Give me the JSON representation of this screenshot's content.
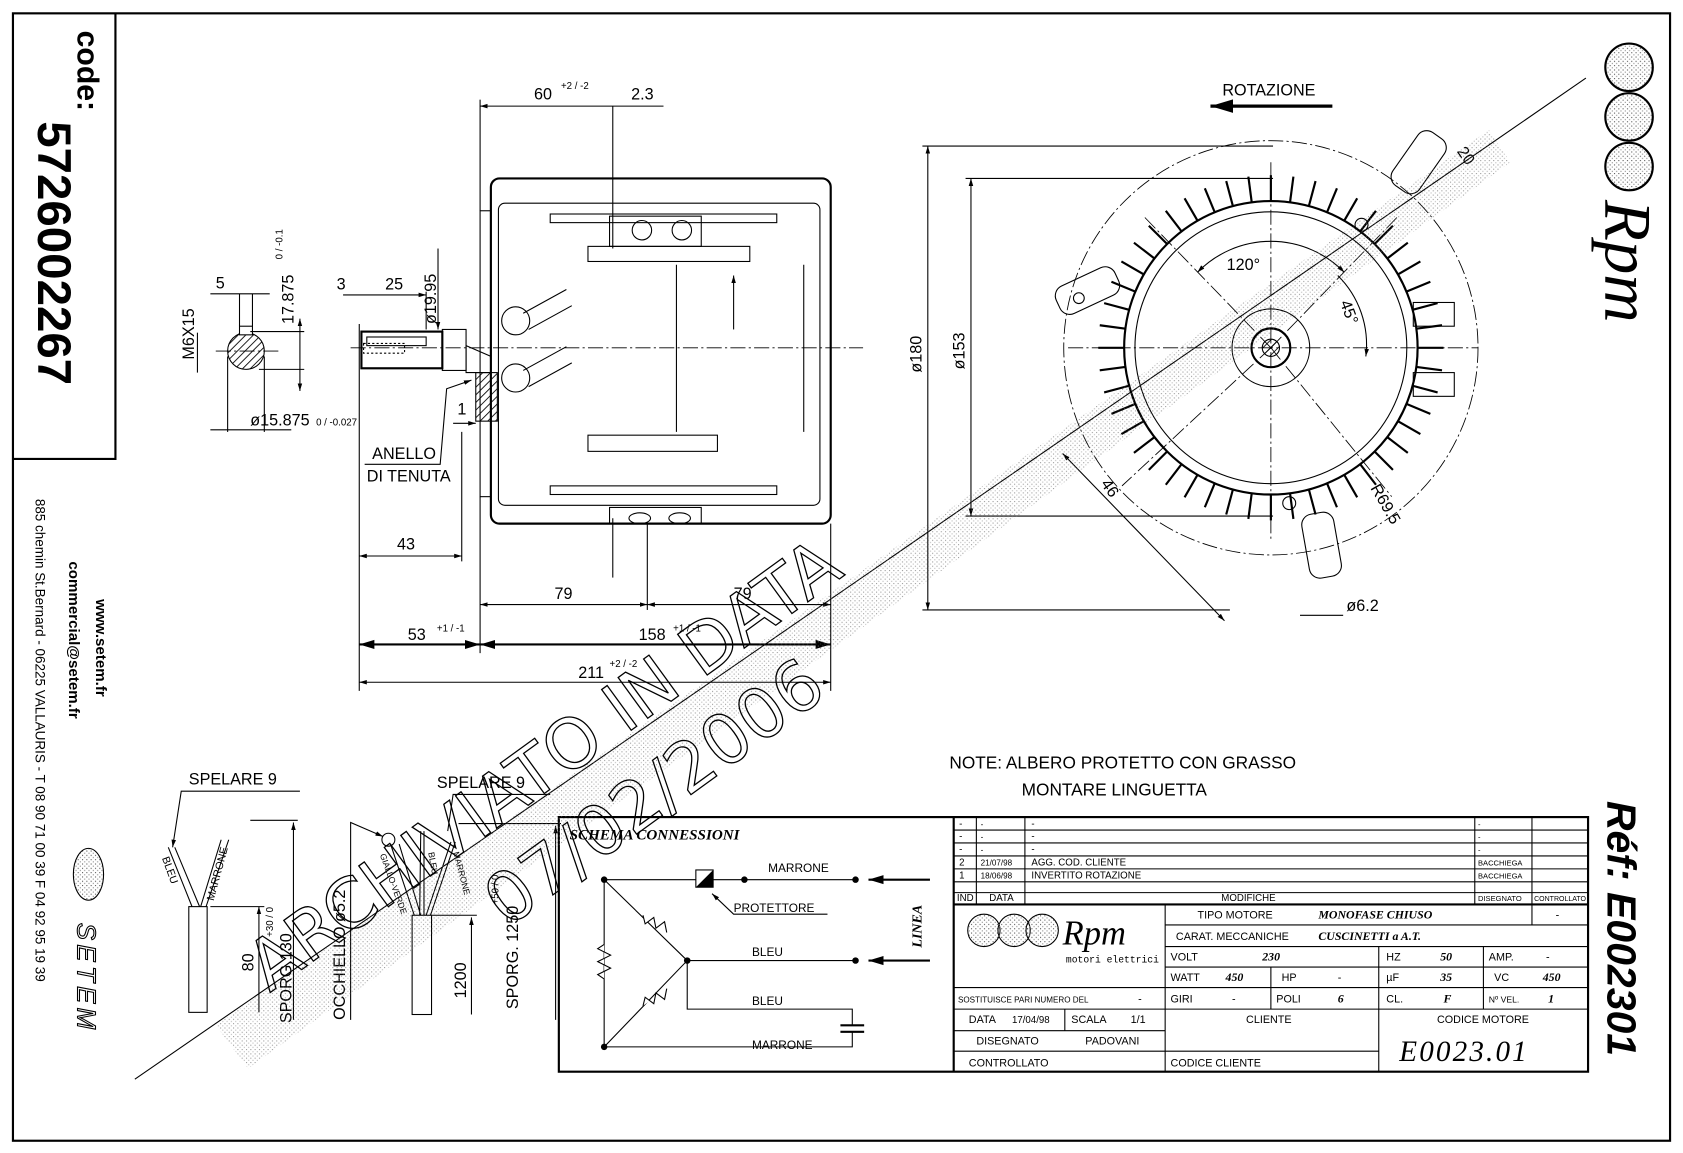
{
  "code_box": {
    "label": "code:",
    "value": "5726002267"
  },
  "company": {
    "website": "www.setem.fr",
    "email": "commercial@setem.fr",
    "address": "885 chemin St.Bernard  -  06225 VALLAURIS  -  T 08 90 71 00 39   F 04 92 95 19 39",
    "logo": "SETEM"
  },
  "brand": {
    "logo": "Rpm",
    "subtitle": "motori elettrici"
  },
  "reference": "Réf:  E002301",
  "rotation_label": "ROTAZIONE",
  "dimensions": {
    "top_60": "60",
    "top_60_tol": "+2 / -2",
    "top_2_3": "2.3",
    "shaft_3": "3",
    "shaft_25": "25",
    "shaft_dia": "ø19.95",
    "key_5": "5",
    "key_thread": "M6X15",
    "key_17_875": "17.875",
    "key_17_875_tol": "0 / -0.1",
    "shaft_15_875": "ø15.875",
    "shaft_15_875_tol": "0 / -0.027",
    "seal_gap": "1",
    "seal_label_1": "ANELLO",
    "seal_label_2": "DI TENUTA",
    "d43": "43",
    "d79a": "79",
    "d79b": "79",
    "d53": "53",
    "d53_tol": "+1 / -1",
    "d158": "158",
    "d158_tol": "+1 / -1",
    "d211": "211",
    "d211_tol": "+2 / -2",
    "dia180": "ø180",
    "dia153": "ø153",
    "angle120": "120°",
    "angle45": "45°",
    "r69_5": "R69.5",
    "d46": "46",
    "d20": "20",
    "dia6_2": "ø6.2"
  },
  "notes": [
    "NOTE: ALBERO PROTETTO CON GRASSO",
    "MONTARE LINGUETTA"
  ],
  "watermark": {
    "line1": "ARCHIVIATO IN DATA",
    "line2": "07/02/2006"
  },
  "cables": {
    "left": {
      "strip": "SPELARE 9",
      "wire1": "BLEU",
      "wire2": "MARRONE",
      "length": "80",
      "protrusion": "SPORG.130",
      "protrusion_tol": "+30 / 0"
    },
    "right": {
      "eyelet": "OCCHIELLO ø5.2",
      "strip": "SPELARE 9",
      "wire1": "GIALLO-VERDE",
      "wire2": "BLEU",
      "wire3": "MARRONE",
      "length": "1200",
      "protrusion": "SPORG. 1250",
      "protrusion_tol": "+50 / 0"
    }
  },
  "schema": {
    "title": "SCHEMA CONNESSIONI",
    "line_label": "LINEA",
    "wires": [
      "MARRONE",
      "BLEU",
      "BLEU",
      "MARRONE"
    ],
    "protector": "PROTETTORE"
  },
  "title_block": {
    "revisions": [
      {
        "ind": "-",
        "date": "-",
        "change": "-",
        "drawn": "-",
        "checked": ""
      },
      {
        "ind": "-",
        "date": "-",
        "change": "-",
        "drawn": "-",
        "checked": ""
      },
      {
        "ind": "-",
        "date": "-",
        "change": "-",
        "drawn": "-",
        "checked": ""
      },
      {
        "ind": "2",
        "date": "21/07/98",
        "change": "AGG. COD. CLIENTE",
        "drawn": "BACCHIEGA",
        "checked": ""
      },
      {
        "ind": "1",
        "date": "18/06/98",
        "change": "INVERTITO ROTAZIONE",
        "drawn": "BACCHIEGA",
        "checked": ""
      }
    ],
    "rev_headers": {
      "ind": "IND",
      "date": "DATA",
      "change": "MODIFICHE",
      "drawn": "DISEGNATO",
      "checked": "CONTROLLATO"
    },
    "tipo_motore_label": "TIPO MOTORE",
    "tipo_motore": "MONOFASE CHIUSO",
    "tipo_extra": "-",
    "carat_label": "CARAT. MECCANICHE",
    "carat": "CUSCINETTI a A.T.",
    "volt_label": "VOLT",
    "volt": "230",
    "hz_label": "HZ",
    "hz": "50",
    "amp_label": "AMP.",
    "amp": "-",
    "watt_label": "WATT",
    "watt": "450",
    "hp_label": "HP",
    "hp": "-",
    "uf_label": "µF",
    "uf": "35",
    "vc_label": "VC",
    "vc": "450",
    "giri_label": "GIRI",
    "giri": "-",
    "poli_label": "POLI",
    "poli": "6",
    "cl_label": "CL.",
    "cl": "F",
    "vel_label": "Nº VEL.",
    "vel": "1",
    "replaces_label": "SOSTITUISCE PARI NUMERO DEL",
    "replaces": "-",
    "data_label": "DATA",
    "data": "17/04/98",
    "scala_label": "SCALA",
    "scala": "1/1",
    "disegnato_label": "DISEGNATO",
    "disegnato": "PADOVANI",
    "controllato_label": "CONTROLLATO",
    "cliente_label": "CLIENTE",
    "codice_cliente_label": "CODICE CLIENTE",
    "codice_motore_label": "CODICE MOTORE",
    "codice_motore": "E0023.01"
  }
}
